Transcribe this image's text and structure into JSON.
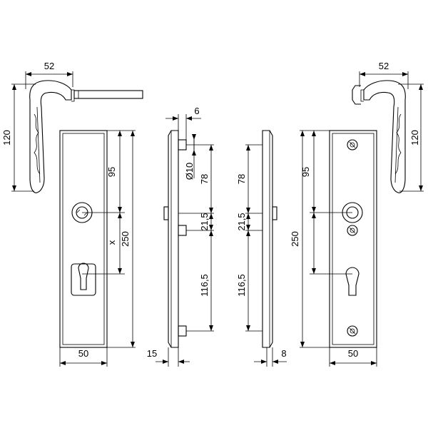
{
  "dimensions": {
    "left_handle_width": "52",
    "left_handle_height": "120",
    "right_handle_width": "52",
    "right_handle_height": "120",
    "front_left_95": "95",
    "front_left_x": "x",
    "front_left_250": "250",
    "front_left_50": "50",
    "side_left_6": "6",
    "side_left_d10": "Ø10",
    "side_left_78": "78",
    "side_left_21_5": "21,5",
    "side_left_116_5": "116,5",
    "side_left_15": "15",
    "side_right_78": "78",
    "side_right_21_5": "21,5",
    "side_right_116_5": "116,5",
    "side_right_8": "8",
    "front_right_95": "95",
    "front_right_250": "250",
    "front_right_50": "50"
  },
  "colors": {
    "line": "#000000",
    "background": "#ffffff"
  }
}
